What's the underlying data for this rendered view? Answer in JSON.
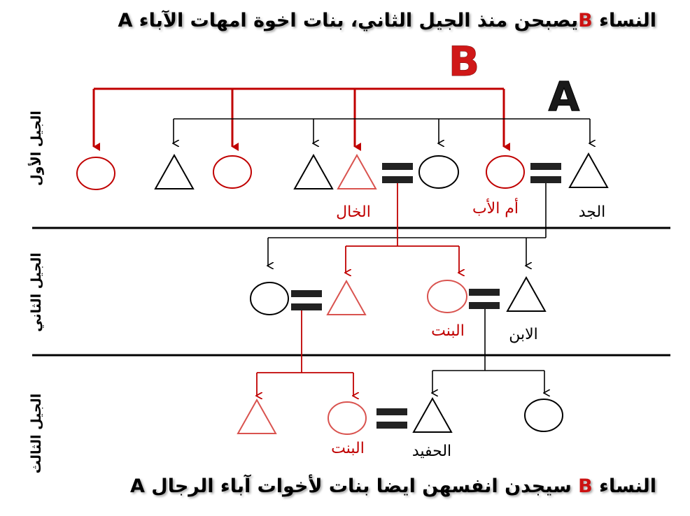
{
  "header": {
    "part1": "النساء ",
    "b_letter": "B",
    "part2": "يصبحن منذ الجيل الثاني، بنات اخوة امهات الآباء ",
    "a_letter": "A"
  },
  "footer": {
    "part1": "النساء ",
    "b_letter": "B",
    "part2": " سيجدن انفسهن ايضا بنات لأخوات آباء الرجال ",
    "a_letter": "A"
  },
  "group_labels": {
    "b": "B",
    "a": "A"
  },
  "generations": {
    "first": "الجيل الأول",
    "second": "الجيل الثاني",
    "third": "الجيل الثالث"
  },
  "labels": {
    "grandfather": "الجد",
    "father_mother": "أم الأب",
    "maternal_uncle": "الخال",
    "son": "الابن",
    "daughter_gen2": "البنت",
    "grandson": "الحفيد",
    "daughter_gen3": "البنت"
  },
  "colors": {
    "red": "#c00000",
    "light_red": "#d9534f",
    "black": "#000000",
    "link_red": "#cc1111"
  }
}
